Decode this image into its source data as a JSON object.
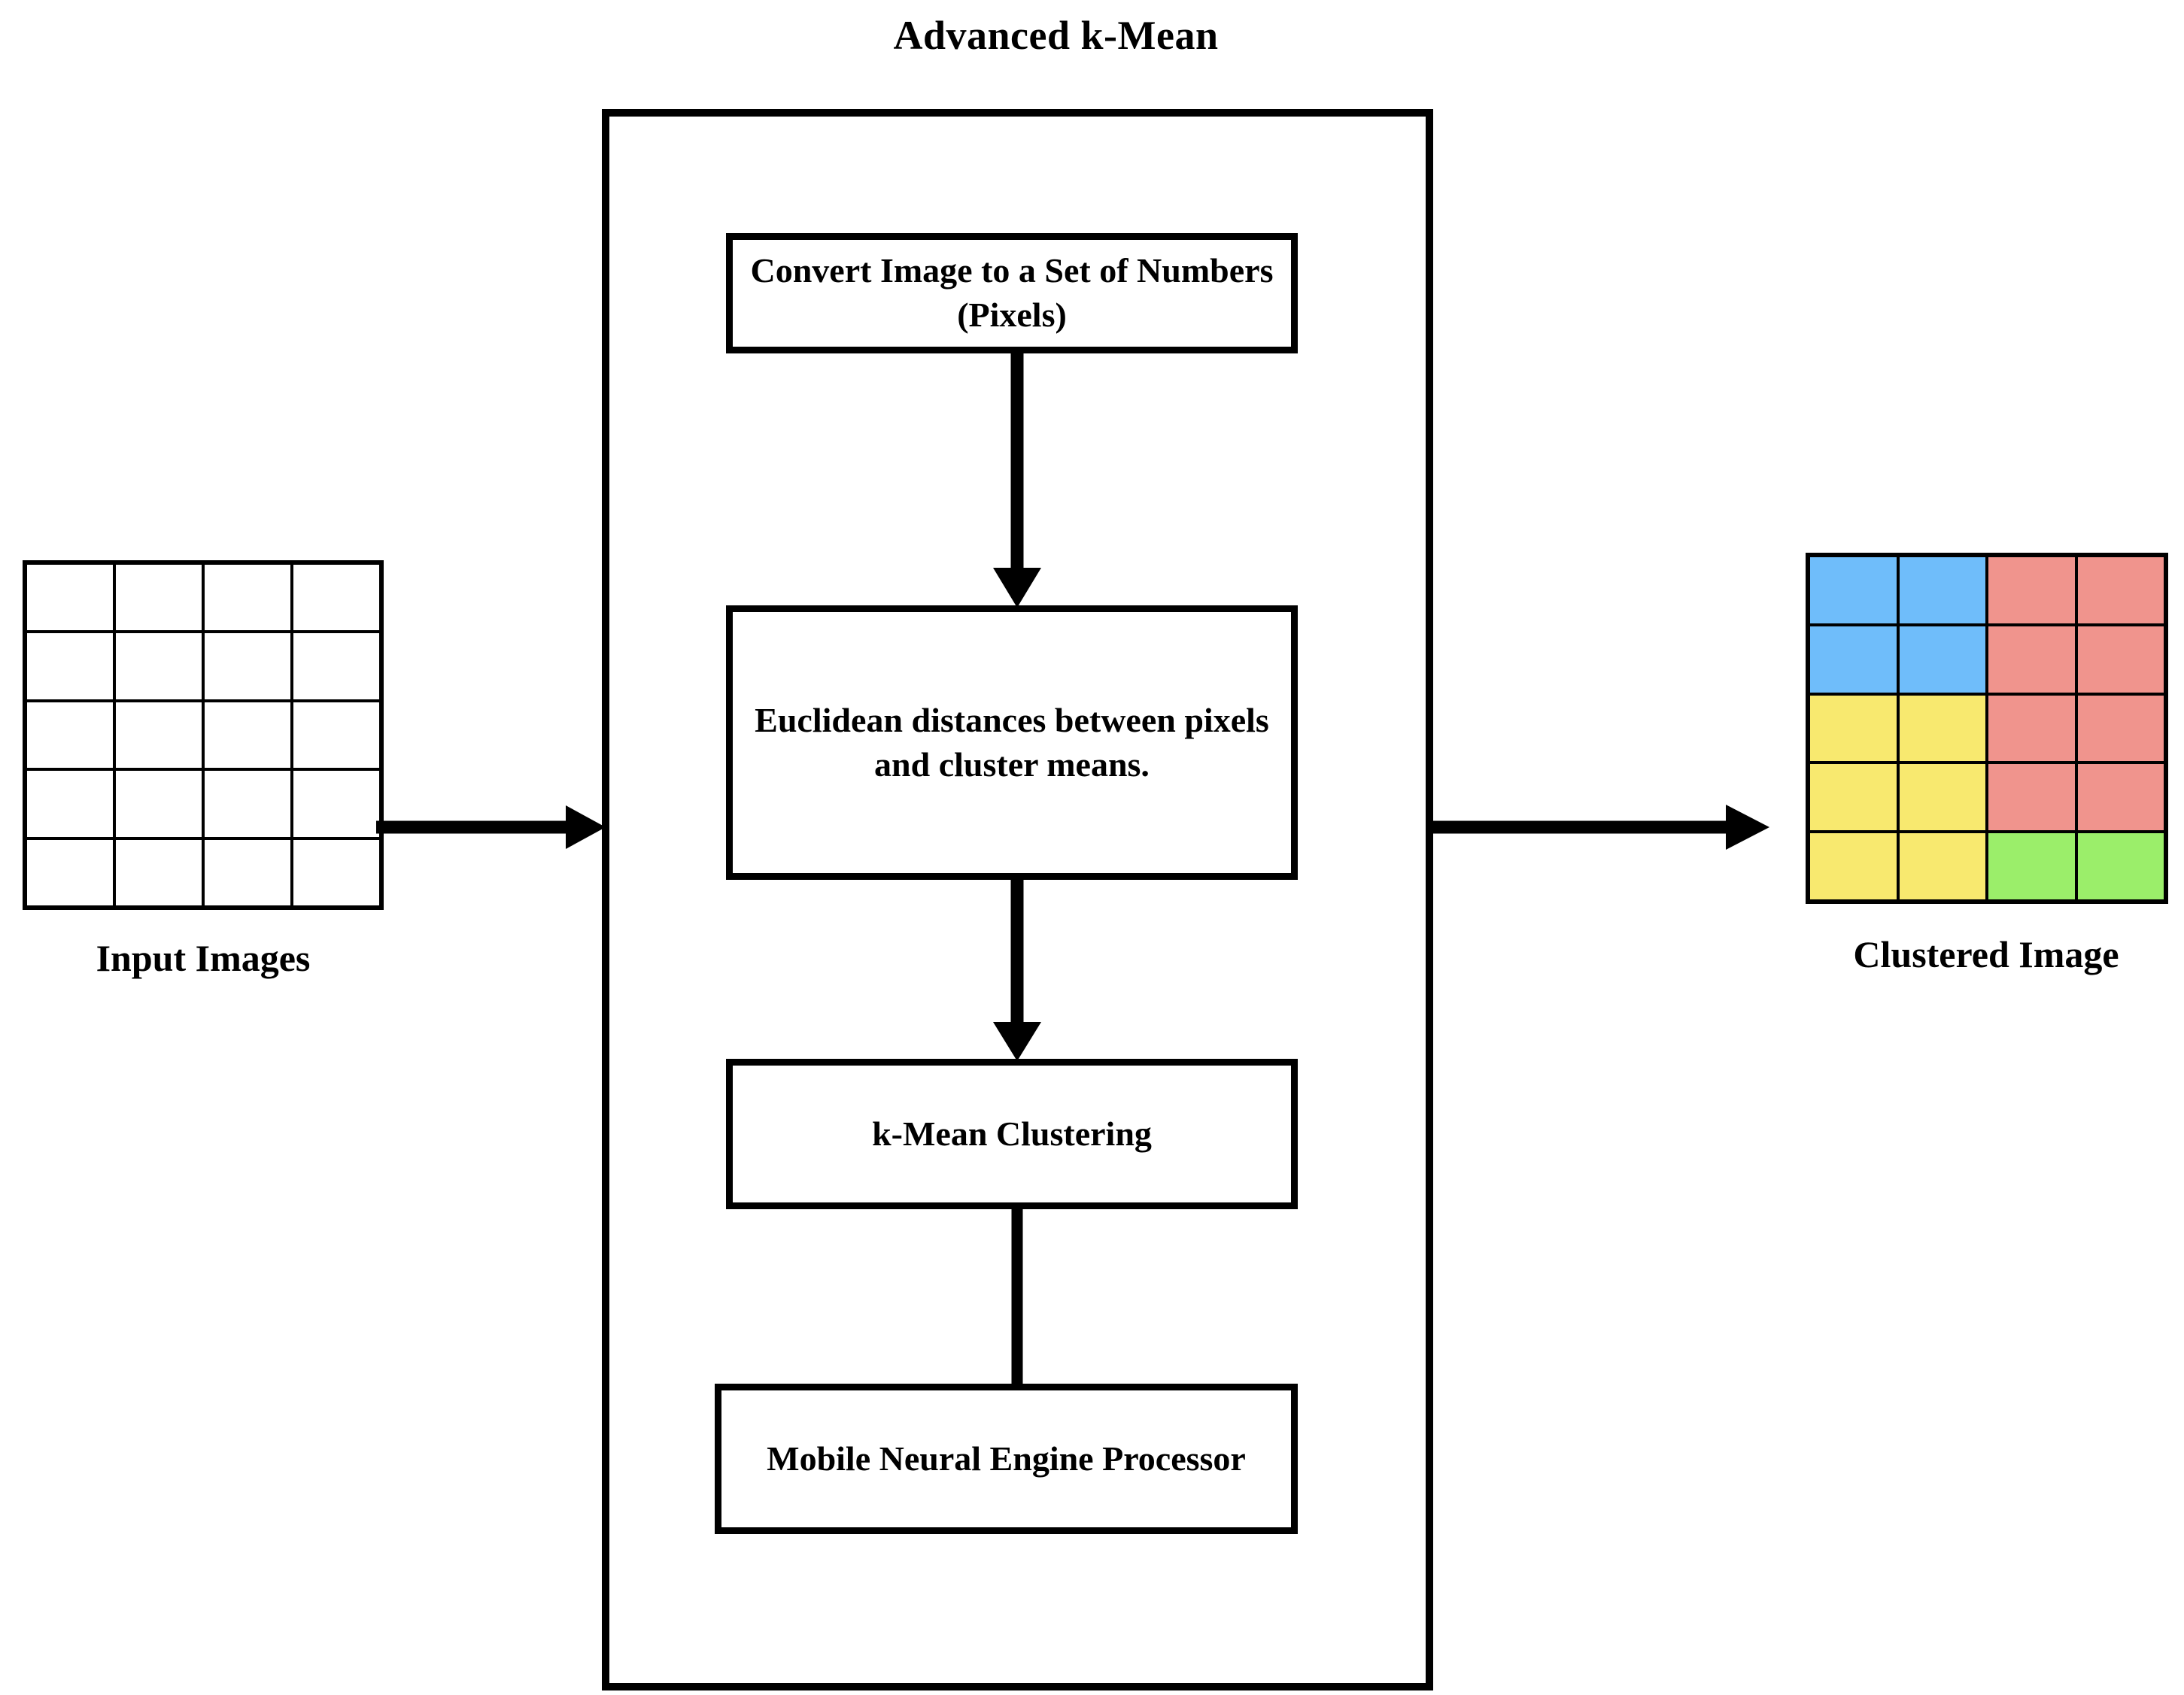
{
  "title": "Advanced k-Mean",
  "colors": {
    "cluster_blue": "#6FBDFA",
    "cluster_salmon": "#F0948D",
    "cluster_yellow": "#F8E96F",
    "cluster_green": "#9BEE6A",
    "stroke": "#000000",
    "background": "#FFFFFF"
  },
  "input": {
    "caption": "Input Images",
    "grid": {
      "rows": 5,
      "cols": 4,
      "cells": [
        [
          "#FFFFFF",
          "#FFFFFF",
          "#FFFFFF",
          "#FFFFFF"
        ],
        [
          "#FFFFFF",
          "#FFFFFF",
          "#FFFFFF",
          "#FFFFFF"
        ],
        [
          "#FFFFFF",
          "#FFFFFF",
          "#FFFFFF",
          "#FFFFFF"
        ],
        [
          "#FFFFFF",
          "#FFFFFF",
          "#FFFFFF",
          "#FFFFFF"
        ],
        [
          "#FFFFFF",
          "#FFFFFF",
          "#FFFFFF",
          "#FFFFFF"
        ]
      ]
    }
  },
  "output": {
    "caption": "Clustered Image",
    "grid": {
      "rows": 5,
      "cols": 4,
      "cells": [
        [
          "#6FBDFA",
          "#6FBDFA",
          "#F0948D",
          "#F0948D"
        ],
        [
          "#6FBDFA",
          "#6FBDFA",
          "#F0948D",
          "#F0948D"
        ],
        [
          "#F8E96F",
          "#F8E96F",
          "#F0948D",
          "#F0948D"
        ],
        [
          "#F8E96F",
          "#F8E96F",
          "#F0948D",
          "#F0948D"
        ],
        [
          "#F8E96F",
          "#F8E96F",
          "#9BEE6A",
          "#9BEE6A"
        ]
      ]
    }
  },
  "pipeline": {
    "steps": [
      {
        "id": "convert",
        "label": "Convert Image to a Set of Numbers (Pixels)"
      },
      {
        "id": "distance",
        "label": "Euclidean distances between pixels and cluster means."
      },
      {
        "id": "kmean",
        "label": "k-Mean Clustering"
      },
      {
        "id": "mobile",
        "label": "Mobile Neural Engine Processor"
      }
    ],
    "connectors": [
      {
        "from": "input-grid",
        "to": "container",
        "type": "arrow",
        "direction": "right"
      },
      {
        "from": "convert",
        "to": "distance",
        "type": "arrow",
        "direction": "down"
      },
      {
        "from": "distance",
        "to": "kmean",
        "type": "arrow",
        "direction": "down"
      },
      {
        "from": "kmean",
        "to": "mobile",
        "type": "line",
        "direction": "down"
      },
      {
        "from": "container",
        "to": "output-grid",
        "type": "arrow",
        "direction": "right"
      }
    ]
  }
}
